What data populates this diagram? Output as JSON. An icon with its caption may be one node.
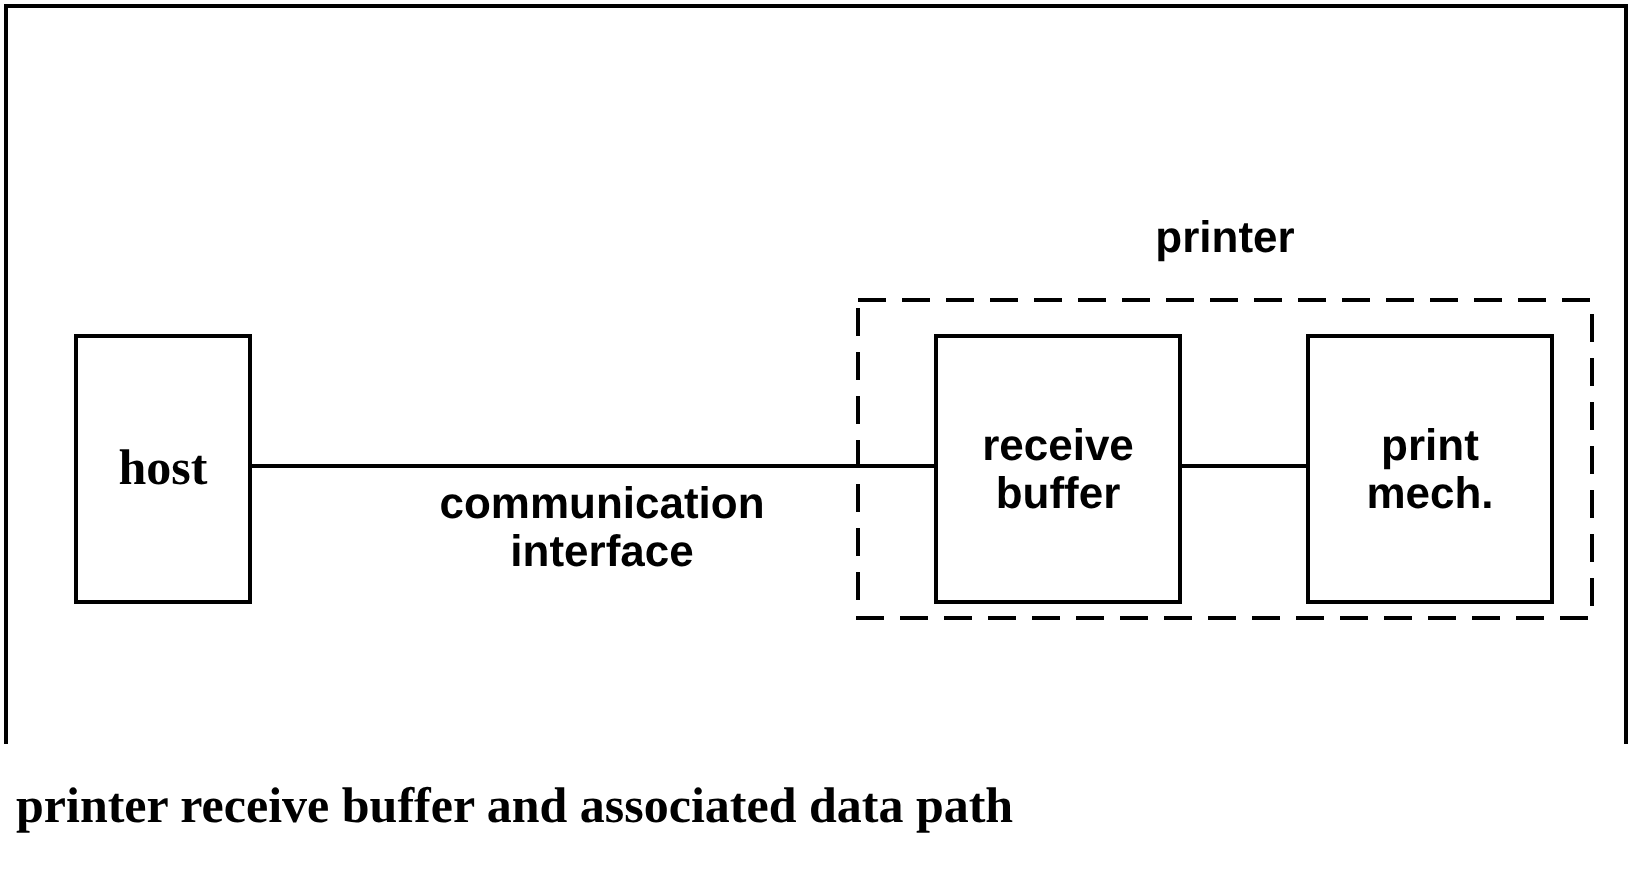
{
  "diagram": {
    "caption": "printer receive buffer and associated data path",
    "nodes": [
      {
        "text": [
          "host"
        ]
      },
      {
        "text": [
          "printer"
        ]
      },
      {
        "text": [
          "receive buffer"
        ],
        "in": 1
      },
      {
        "text": [
          "print mech."
        ],
        "in": 1
      }
    ],
    "edges": [
      {
        "from": 0,
        "to": 2,
        "arrow": "none",
        "label": "communication interface"
      },
      {
        "from": 2,
        "to": 3,
        "arrow": "none"
      }
    ]
  }
}
